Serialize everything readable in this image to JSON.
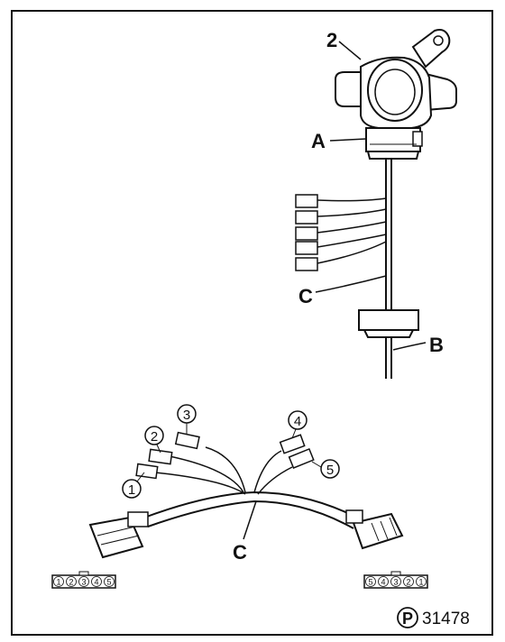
{
  "labels": {
    "part_number": "2",
    "a": "A",
    "b": "B",
    "c_upper": "C",
    "c_lower": "C"
  },
  "terminals": [
    "1",
    "2",
    "3",
    "4",
    "5"
  ],
  "left_connector_pins": [
    "1",
    "2",
    "3",
    "4",
    "5"
  ],
  "right_connector_pins": [
    "5",
    "4",
    "3",
    "2",
    "1"
  ],
  "reference": {
    "symbol": "P",
    "number": "31478"
  }
}
